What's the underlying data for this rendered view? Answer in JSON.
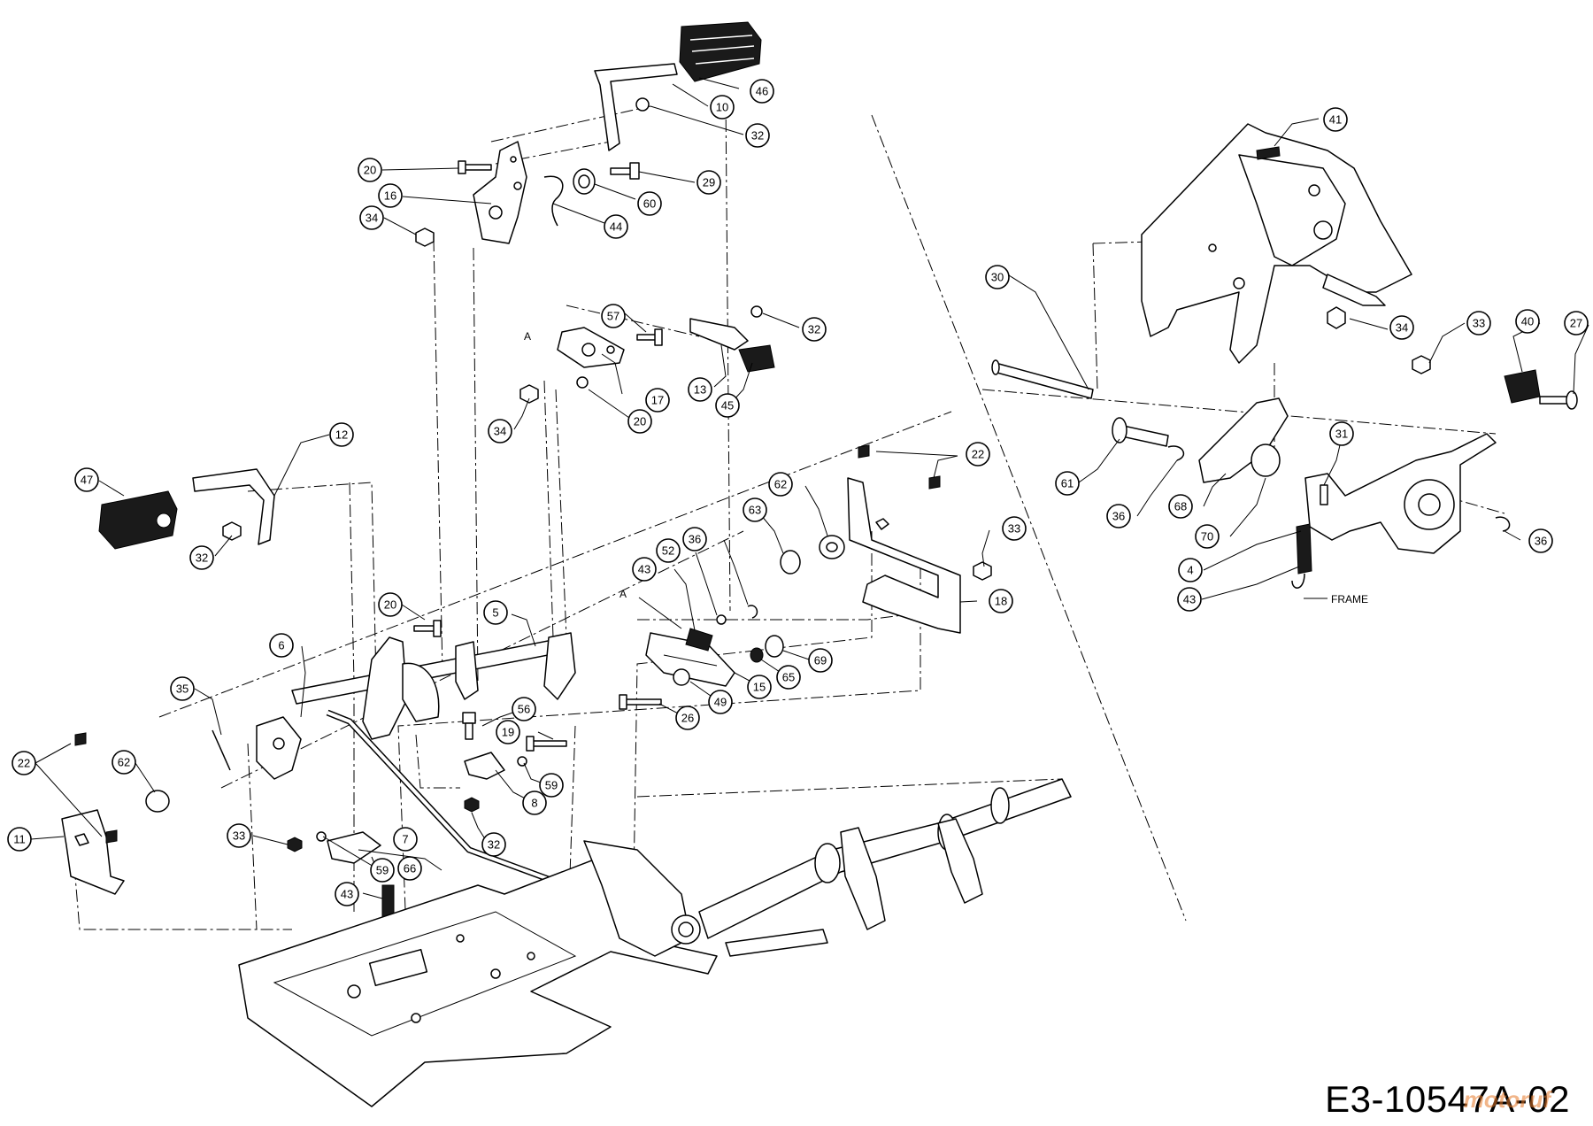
{
  "diagram": {
    "drawing_number": "E3-10547A-02",
    "watermark": "motoruf",
    "text_labels": {
      "frame": "FRAME",
      "ref_a1": "A",
      "ref_a2": "A"
    },
    "callouts": [
      "46",
      "10",
      "32",
      "20",
      "29",
      "16",
      "60",
      "44",
      "34",
      "57",
      "32",
      "17",
      "20",
      "13",
      "45",
      "34",
      "41",
      "30",
      "34",
      "33",
      "40",
      "27",
      "12",
      "47",
      "32",
      "22",
      "33",
      "18",
      "62",
      "63",
      "43",
      "52",
      "36",
      "5",
      "20",
      "6",
      "15",
      "65",
      "69",
      "49",
      "26",
      "35",
      "56",
      "19",
      "59",
      "8",
      "22",
      "62",
      "11",
      "33",
      "59",
      "66",
      "7",
      "32",
      "43",
      "61",
      "36",
      "68",
      "70",
      "31",
      "4",
      "43",
      "36"
    ]
  }
}
